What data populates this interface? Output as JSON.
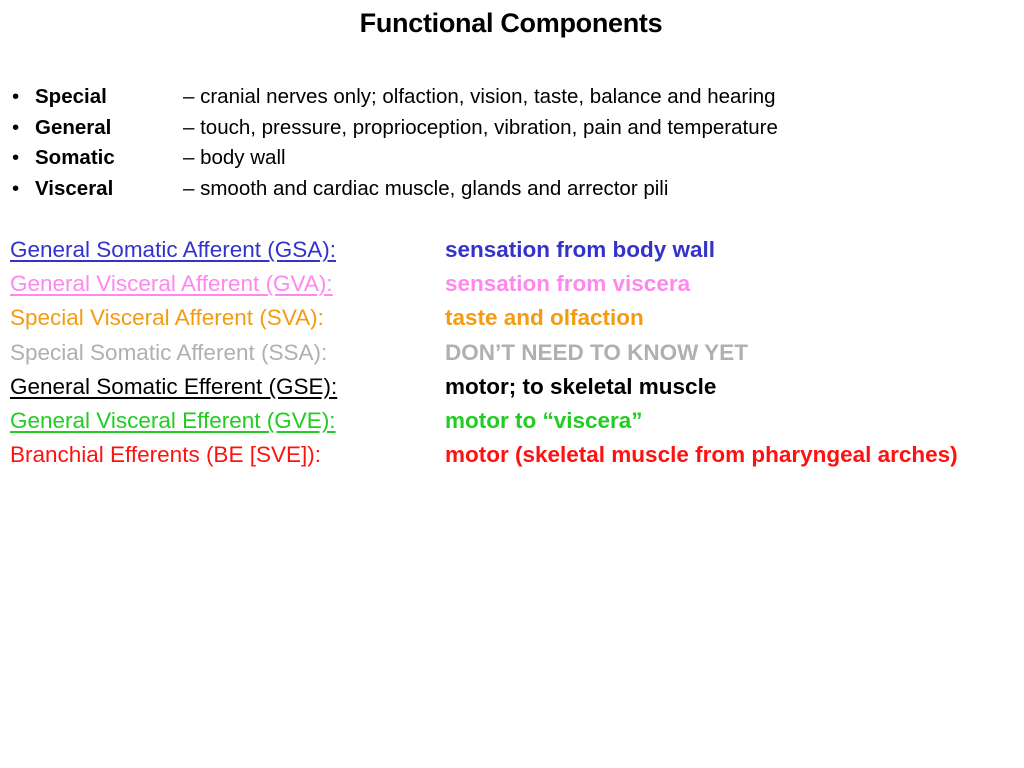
{
  "title": "Functional Components",
  "bullets": [
    {
      "marker": "•",
      "term": "Special",
      "desc": "– cranial nerves only; olfaction, vision, taste, balance and hearing"
    },
    {
      "marker": "•",
      "term": "General",
      "desc": "– touch, pressure, proprioception, vibration, pain and temperature"
    },
    {
      "marker": "•",
      "term": "Somatic",
      "desc": "– body wall"
    },
    {
      "marker": "•",
      "term": "Visceral",
      "desc": "– smooth and cardiac muscle, glands and arrector pili"
    }
  ],
  "components": [
    {
      "name": "General Somatic Afferent (GSA):",
      "desc": "sensation from body wall",
      "color": "#3333cc",
      "name_underline": true,
      "name_bold": false
    },
    {
      "name": "General Visceral Afferent (GVA):",
      "desc": "sensation from viscera",
      "color": "#ff88ee",
      "name_underline": true,
      "name_bold": false
    },
    {
      "name": "Special Visceral Afferent (SVA):",
      "desc": "taste and olfaction",
      "color": "#f39c12",
      "name_underline": false,
      "name_bold": false
    },
    {
      "name": "Special Somatic Afferent (SSA):",
      "desc": "DON’T NEED TO KNOW YET",
      "color": "#b0b0b0",
      "name_underline": false,
      "name_bold": false
    },
    {
      "name": "General Somatic Efferent (GSE):",
      "desc": "motor; to skeletal muscle",
      "color": "#000000",
      "name_underline": true,
      "name_bold": false
    },
    {
      "name": "General Visceral Efferent (GVE):",
      "desc": "motor to “viscera”",
      "color": "#22cc22",
      "name_underline": true,
      "name_bold": false
    },
    {
      "name": "Branchial Efferents (BE [SVE]):",
      "desc": "motor (skeletal muscle from pharyngeal arches)",
      "color": "#ff1111",
      "name_underline": false,
      "name_bold": false
    }
  ]
}
